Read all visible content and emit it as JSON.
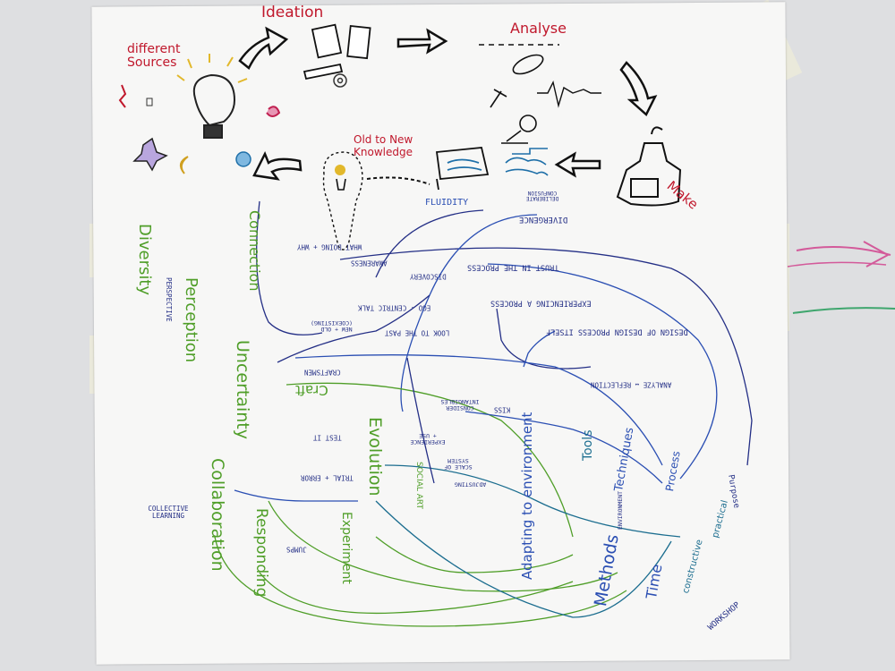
{
  "top_row": {
    "ideation": "Ideation",
    "analyse": "Analyse",
    "different_sources": "different Sources",
    "old_to_new_knowledge": "Old to New Knowledge",
    "make": "Make"
  },
  "left_column": {
    "diversity": "Diversity",
    "perspective": "PERSPECTIVE",
    "perception": "Perception",
    "connection": "Connection",
    "uncertainty": "Uncertainty",
    "collaboration": "Collaboration",
    "collective_learning": "COLLECTIVE LEARNING"
  },
  "center": {
    "fluidity": "FLUIDITY",
    "divergence": "DIVERGENCE",
    "deliberate_confusion": "DELIBERATE CONFUSION",
    "what_doing_why": "WHAT DOING + WHY",
    "awareness": "AWARENESS",
    "trust_in_process": "TRUST IN THE PROCESS",
    "discovery": "DISCOVERY",
    "ego_centric_talk": "EGO - CENTRIC TALK",
    "experiencing_process": "EXPERIENCING A PROCESS",
    "look_to_past": "LOOK TO THE PAST",
    "new_old_coexisting": "NEW + OLD (COEXISTING)",
    "design_of_design_process": "DESIGN OF DESIGN PROCESS ITSELF",
    "craftsmen": "CRAFTSMEN",
    "craft": "Craft",
    "analyze_reflection": "ANALYZE ↔ REFLECTION",
    "kiss": "KISS",
    "consider_intangibles": "CONSIDER INTANGIBLES",
    "evolution": "Evolution",
    "test_it": "TEST IT",
    "experience_use": "EXPERIENCE + USE",
    "scale_of_system": "SCALE OF SYSTEM",
    "adjusting": "ADJUSTING",
    "social_art": "SOCIAL ART",
    "trial_error": "TRIAL + ERROR",
    "jumps": "JUMPS",
    "experiment": "Experiment",
    "responding": "Responding"
  },
  "right_side": {
    "adapting_to_environment": "Adapting to environment",
    "tools": "Tools",
    "techniques": "Techniques",
    "environment": "ENVIRONMENT",
    "process": "Process",
    "methods": "Methods",
    "time": "Time",
    "constructive": "constructive",
    "practical": "practical",
    "purpose": "Purpose",
    "workshop": "WORKSHOP"
  },
  "colors": {
    "red": "#c0182c",
    "green": "#4f9e28",
    "navy": "#242f86",
    "blue": "#2b4fb3",
    "teal": "#1b6d8f",
    "paper": "#f7f7f6",
    "wall": "#dedfe1"
  },
  "icons": [
    "lightbulb-icon",
    "arrow-icon",
    "papers-icon",
    "pencil-icon",
    "gear-icon",
    "pin-icon",
    "magnifier-icon",
    "waveform-icon",
    "apron-icon",
    "box-icon",
    "cloud-icon",
    "globe-icon",
    "star-icon",
    "moon-icon",
    "head-icon"
  ]
}
